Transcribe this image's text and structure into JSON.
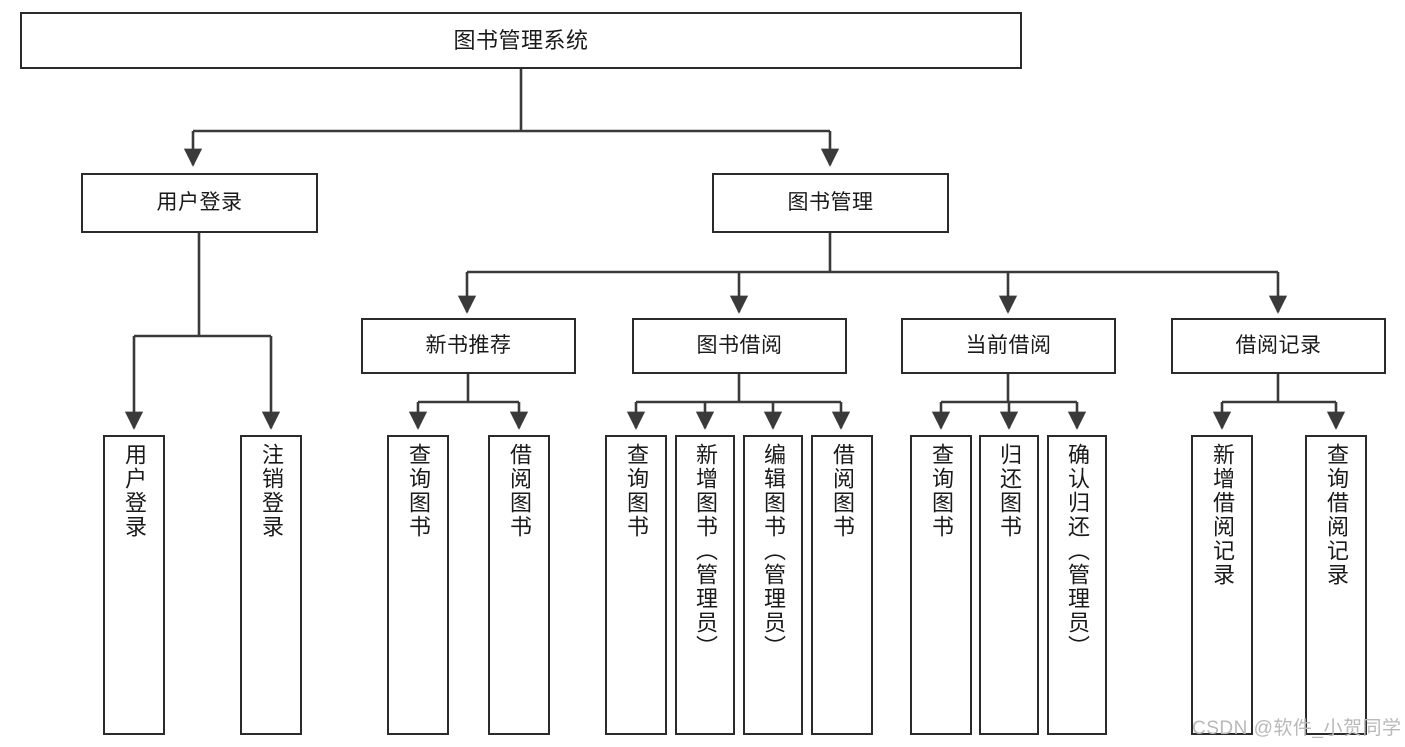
{
  "diagram": {
    "title": "图书管理系统",
    "type": "tree-hierarchy",
    "watermark": "CSDN @软件_小贺同学",
    "colors": {
      "background": "#ffffff",
      "box_border": "#2b2b2b",
      "edge": "#3a3a3a",
      "text": "#1a1a1a",
      "watermark": "#b9b9b9"
    },
    "nodes": {
      "root": {
        "label": "图书管理系统"
      },
      "level1": [
        {
          "id": "user-login",
          "label": "用户登录"
        },
        {
          "id": "book-manage",
          "label": "图书管理"
        }
      ],
      "level2": [
        {
          "id": "new-book-recommend",
          "label": "新书推荐"
        },
        {
          "id": "book-borrow",
          "label": "图书借阅"
        },
        {
          "id": "current-borrow",
          "label": "当前借阅"
        },
        {
          "id": "borrow-record",
          "label": "借阅记录"
        }
      ],
      "leaves": {
        "user_login": [
          {
            "id": "leaf-user-login",
            "label": "用户登录"
          },
          {
            "id": "leaf-logout-login",
            "label": "注销登录"
          }
        ],
        "new_book_recommend": [
          {
            "id": "leaf-query-book-1",
            "label": "查询图书"
          },
          {
            "id": "leaf-borrow-book-1",
            "label": "借阅图书"
          }
        ],
        "book_borrow": [
          {
            "id": "leaf-query-book-2",
            "label": "查询图书"
          },
          {
            "id": "leaf-add-book",
            "label": "新增图书（管理员）"
          },
          {
            "id": "leaf-edit-book",
            "label": "编辑图书（管理员）"
          },
          {
            "id": "leaf-borrow-book-2",
            "label": "借阅图书"
          }
        ],
        "current_borrow": [
          {
            "id": "leaf-query-book-3",
            "label": "查询图书"
          },
          {
            "id": "leaf-return-book",
            "label": "归还图书"
          },
          {
            "id": "leaf-confirm-return",
            "label": "确认归还（管理员）"
          }
        ],
        "borrow_record": [
          {
            "id": "leaf-add-record",
            "label": "新增借阅记录"
          },
          {
            "id": "leaf-query-record",
            "label": "查询借阅记录"
          }
        ]
      }
    }
  }
}
